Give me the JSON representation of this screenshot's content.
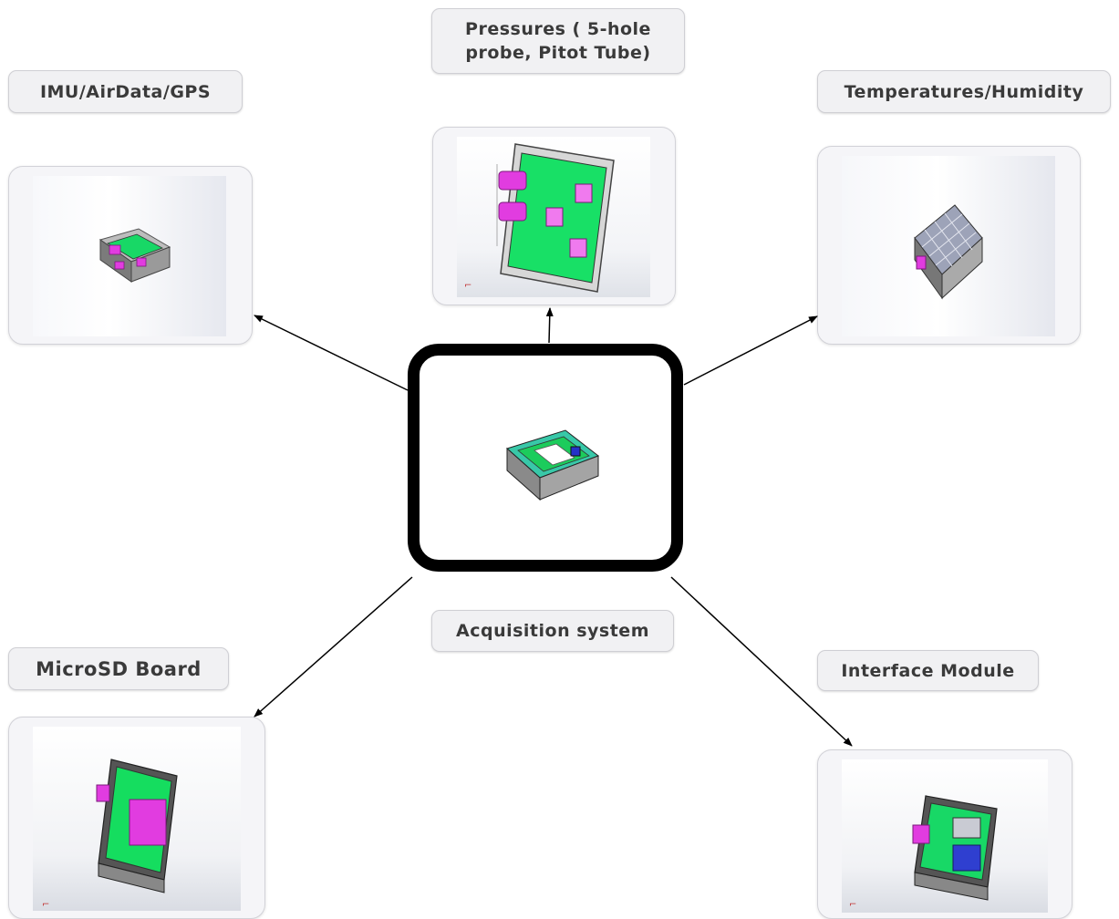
{
  "labels": {
    "imu": "IMU/AirData/GPS",
    "pressures_line1": "Pressures ( 5-hole",
    "pressures_line2": "probe, Pitot Tube)",
    "temperatures": "Temperatures/Humidity",
    "acquisition": "Acquisition system",
    "microsd": "MicroSD Board",
    "interface": "Interface Module"
  },
  "colors": {
    "pcb_green": "#19e36b",
    "connector_magenta": "#e13ce0",
    "enclosure_gray": "#8a8a8a",
    "arrow": "#000000",
    "label_bg": "#f1f1f3",
    "label_text": "#3a3a3a"
  }
}
